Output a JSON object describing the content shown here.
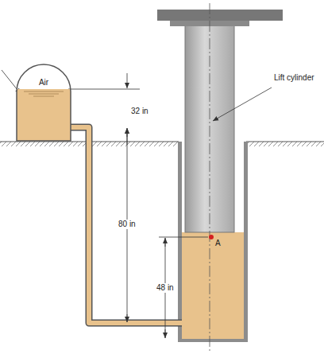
{
  "diagram": {
    "nodes": [
      {
        "text": [
          "Air"
        ]
      }
    ],
    "labels": [
      "Lift cylinder",
      "32 in",
      "80 in",
      "48 in",
      "A"
    ]
  }
}
